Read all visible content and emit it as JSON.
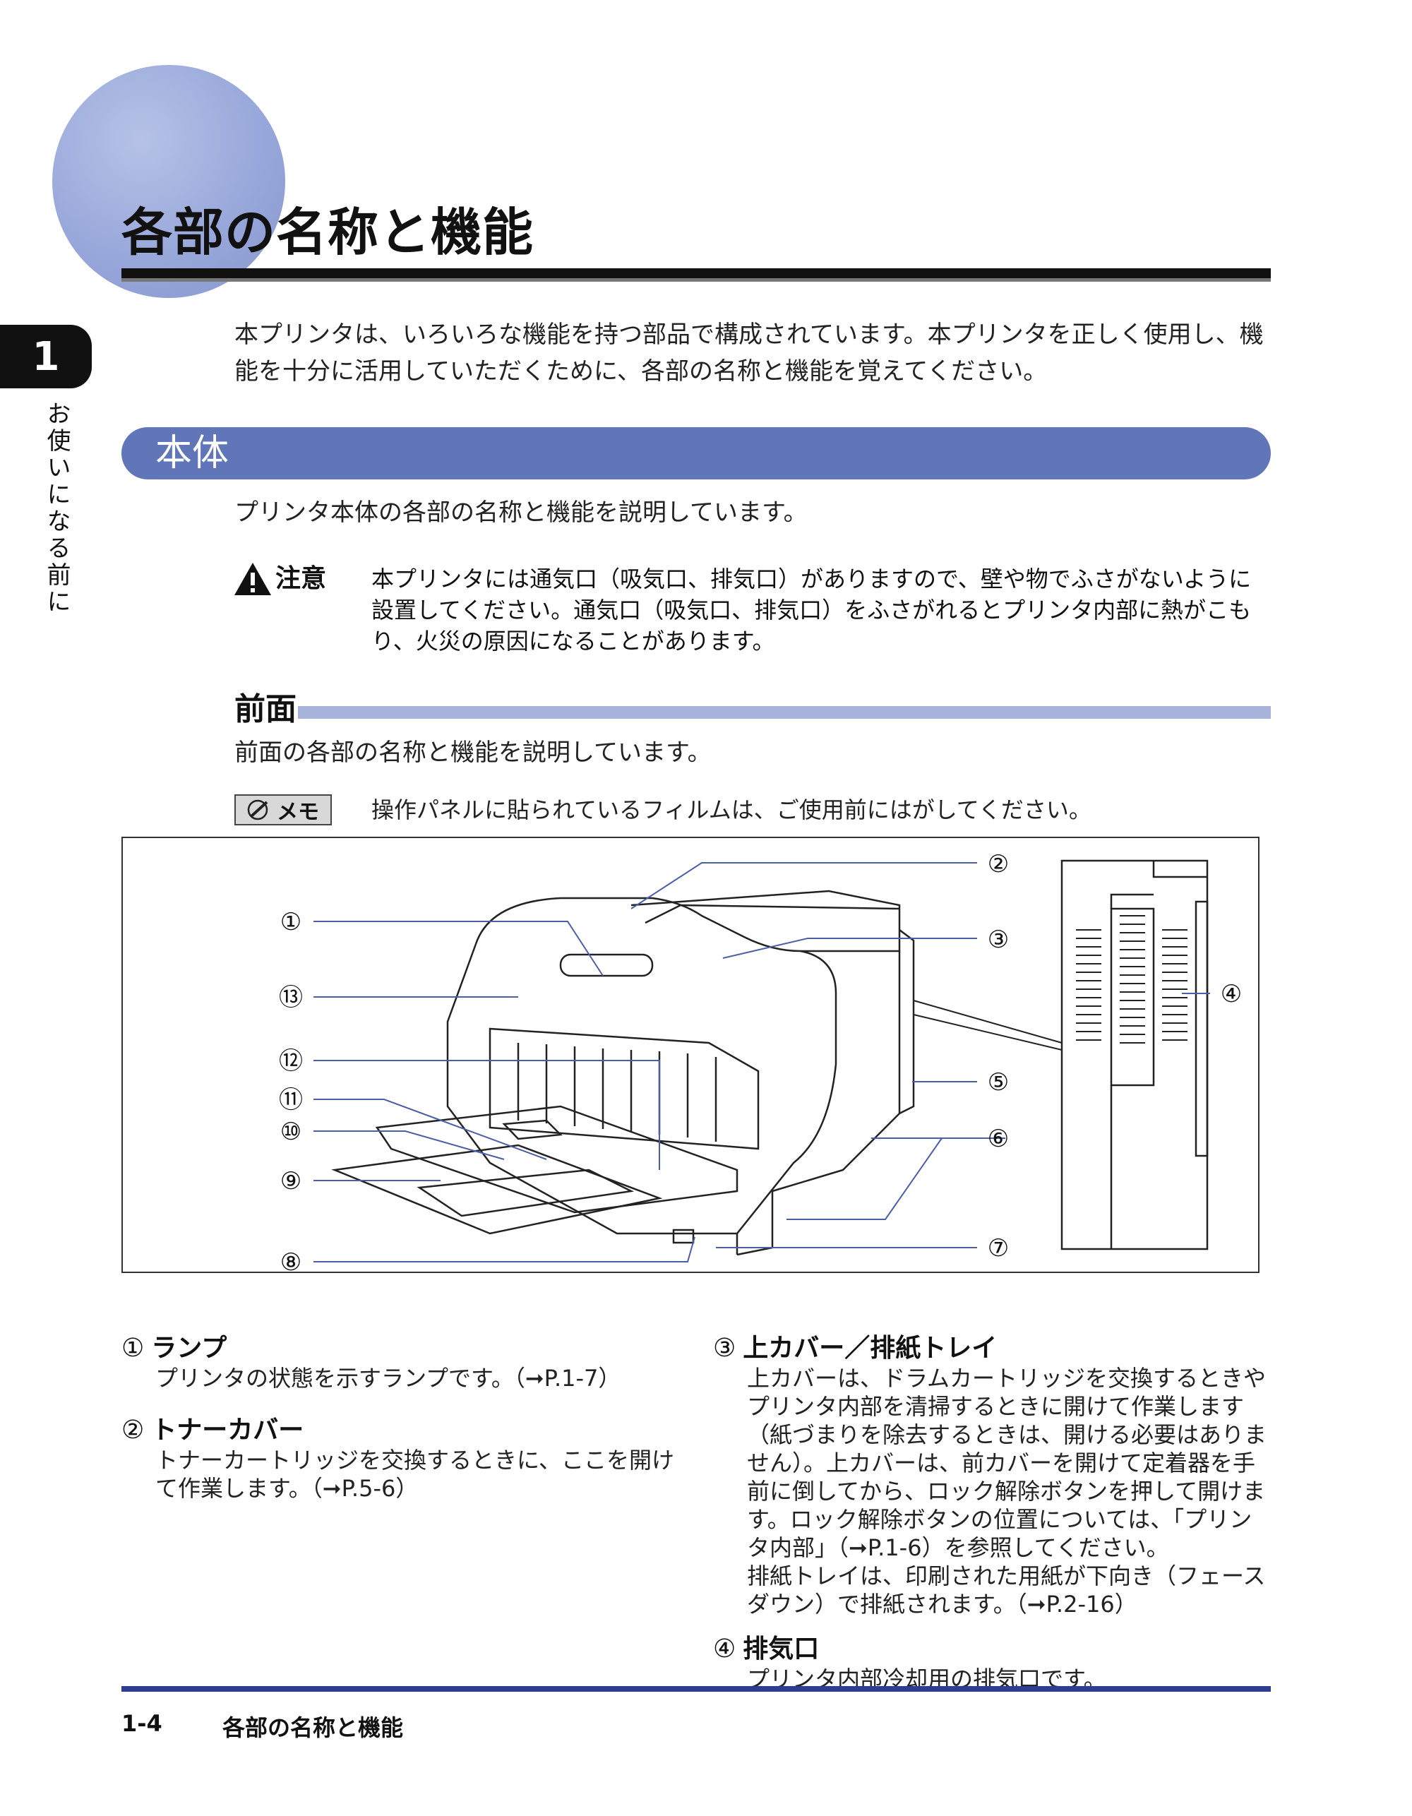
{
  "page_title": "各部の名称と機能",
  "chapter": {
    "number": "1",
    "label": "お使いになる前に"
  },
  "intro": "本プリンタは、いろいろな機能を持つ部品で構成されています。本プリンタを正しく使用し、機能を十分に活用していただくために、各部の名称と機能を覚えてください。",
  "section": {
    "title": "本体",
    "description": "プリンタ本体の各部の名称と機能を説明しています。"
  },
  "caution": {
    "label": "注意",
    "text": "本プリンタには通気口（吸気口、排気口）がありますので、壁や物でふさがないように設置してください。通気口（吸気口、排気口）をふさがれるとプリンタ内部に熱がこもり、火災の原因になることがあります。"
  },
  "subsection": {
    "title": "前面",
    "description": "前面の各部の名称と機能を説明しています。"
  },
  "memo": {
    "label": "メモ",
    "text": "操作パネルに貼られているフィルムは、ご使用前にはがしてください。"
  },
  "figure": {
    "callouts": [
      "①",
      "②",
      "③",
      "④",
      "⑤",
      "⑥",
      "⑦",
      "⑧",
      "⑨",
      "⑩",
      "⑪",
      "⑫",
      "⑬"
    ]
  },
  "items": [
    {
      "num": "①",
      "title": "ランプ",
      "body": "プリンタの状態を示すランプです。（➞P.1-7）"
    },
    {
      "num": "②",
      "title": "トナーカバー",
      "body": "トナーカートリッジを交換するときに、ここを開けて作業します。（➞P.5-6）"
    },
    {
      "num": "③",
      "title": "上カバー／排紙トレイ",
      "body": "上カバーは、ドラムカートリッジを交換するときやプリンタ内部を清掃するときに開けて作業します（紙づまりを除去するときは、開ける必要はありません）。上カバーは、前カバーを開けて定着器を手前に倒してから、ロック解除ボタンを押して開けます。ロック解除ボタンの位置については、「プリンタ内部」（➞P.1-6）を参照してください。",
      "body2": "排紙トレイは、印刷された用紙が下向き（フェースダウン）で排紙されます。（➞P.2-16）"
    },
    {
      "num": "④",
      "title": "排気口",
      "body": "プリンタ内部冷却用の排気口です。"
    }
  ],
  "footer": {
    "page": "1-4",
    "title": "各部の名称と機能"
  }
}
